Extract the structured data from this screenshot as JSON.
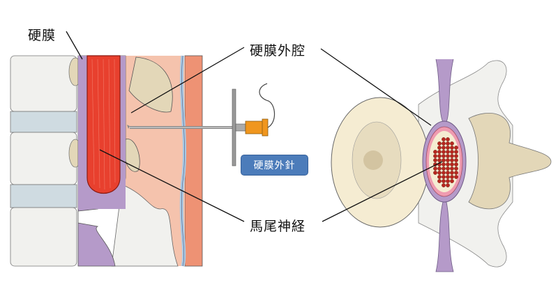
{
  "labels": {
    "dura": "硬膜",
    "epidural_space": "硬膜外腔",
    "cauda_equina": "馬尾神経",
    "epidural_needle": "硬膜外針"
  },
  "colors": {
    "dura": "#b59ac9",
    "cauda_equina": "#e8402e",
    "needle_hub": "#f0961e",
    "label_box": "#4c7cba",
    "disc": "#f5ecd2",
    "bone": "#e3d7b8"
  }
}
